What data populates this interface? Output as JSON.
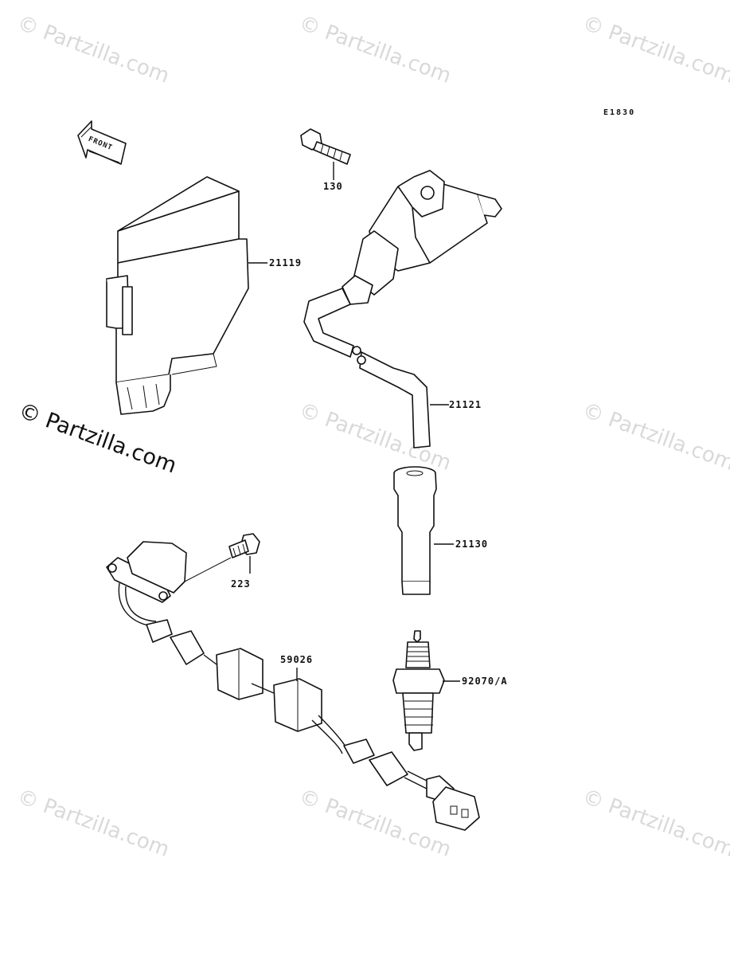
{
  "figure_id": "E1830",
  "front_label": "FRONT",
  "watermark": "© Partzilla.com",
  "watermark_main": "© Partzilla.com",
  "parts": [
    {
      "number": "130"
    },
    {
      "number": "21119"
    },
    {
      "number": "21121"
    },
    {
      "number": "21130"
    },
    {
      "number": "223"
    },
    {
      "number": "59026"
    },
    {
      "number": "92070/A"
    }
  ]
}
